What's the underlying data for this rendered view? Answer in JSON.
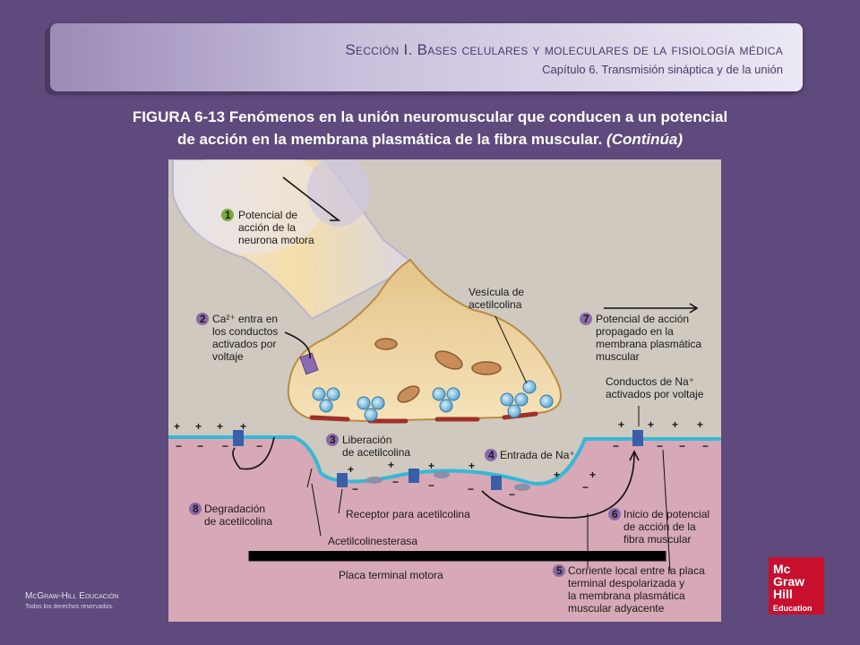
{
  "header": {
    "title": "Sección I. Bases celulares y moleculares de la fisiología médica",
    "subtitle": "Capítulo 6. Transmisión sináptica y de la unión"
  },
  "figure": {
    "title_line1": "FIGURA 6-13 Fenómenos en la unión neuromuscular que conducen a un potencial",
    "title_line2": "de acción en la membrana plasmática de la fibra muscular.",
    "title_continua": "(Continúa)",
    "labels": {
      "step1_num": "1",
      "step1_l1": "Potencial de",
      "step1_l2": "acción de la",
      "step1_l3": "neurona motora",
      "step2_num": "2",
      "step2_l1": "Ca²⁺ entra en",
      "step2_l2": "los conductos",
      "step2_l3": "activados por",
      "step2_l4": "voltaje",
      "vesicle_l1": "Vesícula de",
      "vesicle_l2": "acetilcolina",
      "step7_num": "7",
      "step7_l1": "Potencial de acción",
      "step7_l2": "propagado en la",
      "step7_l3": "membrana plasmática",
      "step7_l4": "muscular",
      "na_channels_l1": "Conductos de Na⁺",
      "na_channels_l2": "activados por voltaje",
      "step3_num": "3",
      "step3_l1": "Liberación",
      "step3_l2": "de acetilcolina",
      "step4_num": "4",
      "step4_l1": "Entrada de Na⁺",
      "step8_num": "8",
      "step8_l1": "Degradación",
      "step8_l2": "de acetilcolina",
      "receptor": "Receptor para acetilcolina",
      "ache": "Acetilcolinesterasa",
      "step6_num": "6",
      "step6_l1": "Inicio de potencial",
      "step6_l2": "de acción de la",
      "step6_l3": "fibra muscular",
      "motor_plate": "Placa terminal motora",
      "step5_num": "5",
      "step5_l1": "Corriente local entre la placa",
      "step5_l2": "terminal despolarizada y",
      "step5_l3": "la membrana plasmática",
      "step5_l4": "muscular adyacente"
    }
  },
  "footer": {
    "brand": "McGraw-Hill Educación",
    "rights": "Todos los derechos reservados."
  },
  "logo": {
    "line1": "Mc",
    "line2": "Graw",
    "line3": "Hill",
    "line4": "Education"
  },
  "colors": {
    "background": "#5e4a7c",
    "step_badge_green": "#7aab3a",
    "step_badge_purple": "#8b6aa8",
    "membrane_blue": "#36b8d6",
    "muscle_pink": "#d7a8b6",
    "logo_red": "#c8102e"
  }
}
